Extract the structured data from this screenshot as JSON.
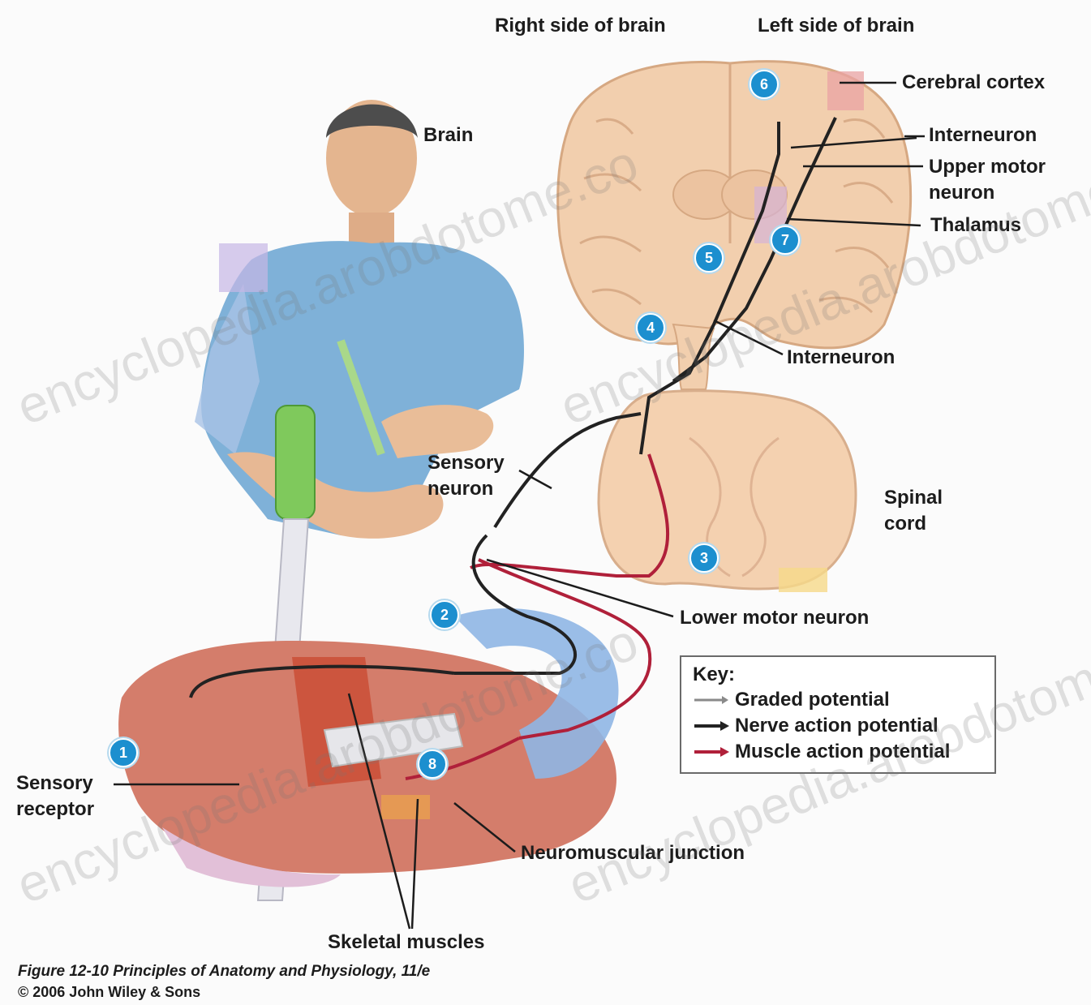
{
  "labels": {
    "right_side": "Right side of brain",
    "left_side": "Left side of brain",
    "cerebral_cortex": "Cerebral cortex",
    "interneuron_top": "Interneuron",
    "upper_motor_neuron": "Upper motor neuron",
    "thalamus": "Thalamus",
    "brain": "Brain",
    "interneuron_mid": "Interneuron",
    "sensory_neuron": "Sensory neuron",
    "spinal_cord": "Spinal cord",
    "lower_motor_neuron": "Lower motor neuron",
    "sensory_receptor": "Sensory receptor",
    "neuromuscular_junction": "Neuromuscular junction",
    "skeletal_muscles": "Skeletal muscles"
  },
  "steps": [
    "1",
    "2",
    "3",
    "4",
    "5",
    "6",
    "7",
    "8"
  ],
  "key": {
    "title": "Key:",
    "graded": "Graded potential",
    "nerve": "Nerve action potential",
    "muscle": "Muscle action potential"
  },
  "caption": {
    "line1": "Figure 12-10  Principles of Anatomy and Physiology, 11/e",
    "line2": "© 2006 John Wiley & Sons"
  },
  "watermark": "encyclopedia.arobdotome.co",
  "colors": {
    "nerve_pathway": "#222222",
    "muscle_pathway": "#b0203a",
    "graded": "#8a8a8a",
    "step_badge": "#1c8fcf",
    "brain_tissue": "#f3d2b4",
    "shirt": "#7bb0d8",
    "muscle": "#d77a6c"
  }
}
